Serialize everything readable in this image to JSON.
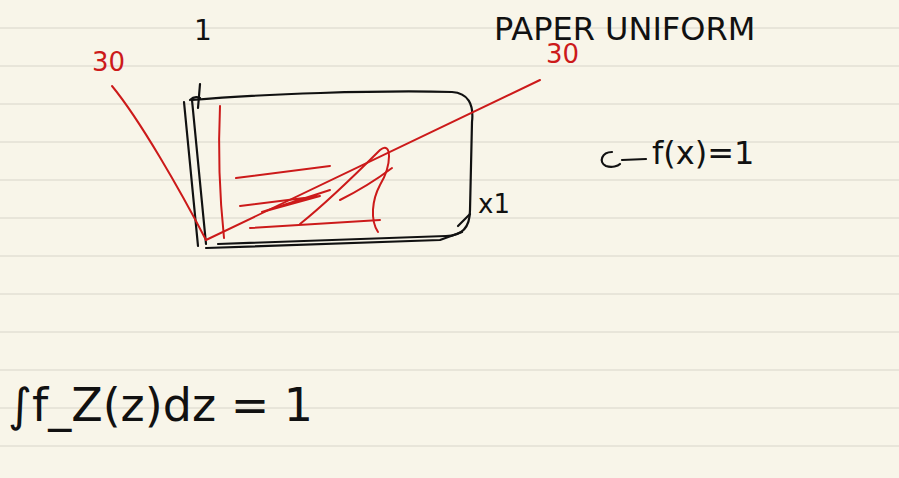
{
  "diagram": {
    "labels": [
      "1",
      "PAPER UNIFORM",
      "30",
      "30",
      "f(x)=1",
      "x1",
      "∫f_Z(z)dz = 1"
    ]
  }
}
